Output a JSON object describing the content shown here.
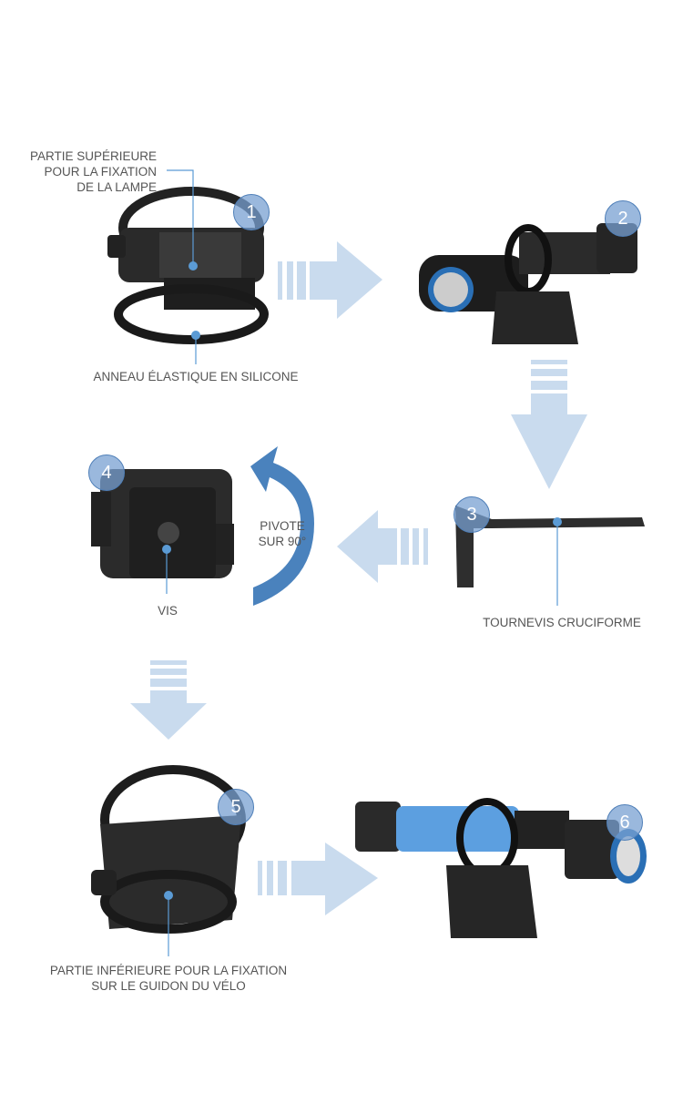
{
  "steps": [
    {
      "number": "1",
      "labels": [
        "PARTIE SUPÉRIEURE",
        "POUR LA FIXATION",
        "DE LA LAMPE"
      ],
      "label_bottom": "ANNEAU ÉLASTIQUE EN SILICONE"
    },
    {
      "number": "2"
    },
    {
      "number": "3",
      "label": "TOURNEVIS CRUCIFORME"
    },
    {
      "number": "4",
      "label": "VIS",
      "rotate_label": [
        "PIVOTE",
        "SUR 90°"
      ]
    },
    {
      "number": "5",
      "labels": [
        "PARTIE INFÉRIEURE POUR LA FIXATION",
        "SUR LE GUIDON DU VÉLO"
      ]
    },
    {
      "number": "6"
    }
  ],
  "colors": {
    "arrow": "#c9dbee",
    "callout": "#5b9bd5",
    "rotate_arrow": "#4a82bd",
    "badge": "#7aa3d2"
  }
}
